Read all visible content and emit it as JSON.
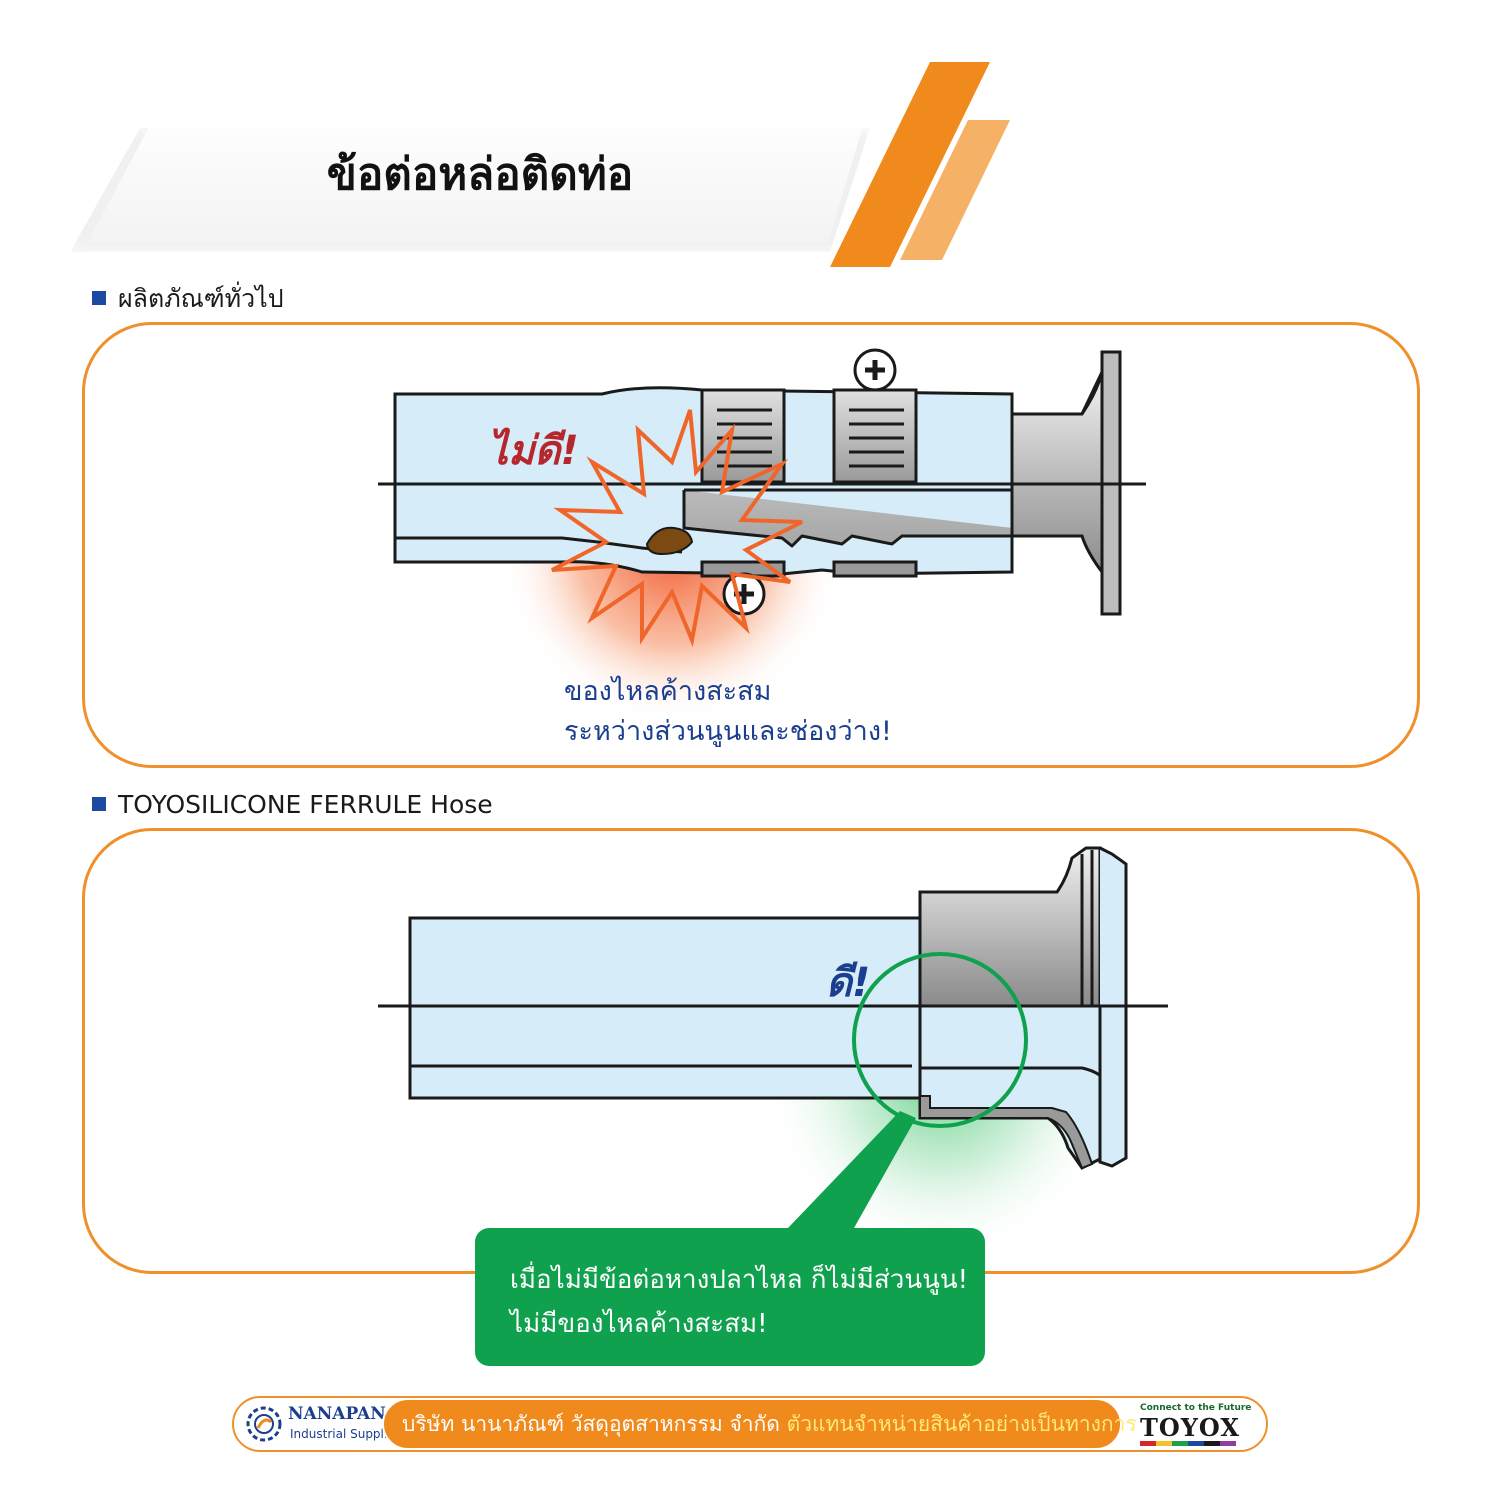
{
  "title": "ข้อต่อหล่อติดท่อ",
  "section_general": {
    "heading": "ผลิตภัณฑ์ทั่วไป",
    "bad_label": "ไม่ดี!",
    "note_line1": "ของไหลค้างสะสม",
    "note_line2": "ระหว่างส่วนนูนและช่องว่าง!"
  },
  "section_ferrule": {
    "heading": "TOYOSILICONE FERRULE Hose",
    "good_label": "ดี!",
    "note_line1": "เมื่อไม่มีข้อต่อหางปลาไหล ก็ไม่มีส่วนนูน!",
    "note_line2": "ไม่มีของไหลค้างสะสม!"
  },
  "footer": {
    "brand_name": "NANAPAN",
    "brand_sub": "Industrial Supplies",
    "company": "บริษัท นานาภัณฑ์ วัสดุอุตสาหกรรม จำกัด",
    "highlight": "ตัวแทนจำหน่ายสินค้าอย่างเป็นทางการ",
    "partner_tagline": "Connect to the Future",
    "partner_name": "TOYOX"
  },
  "colors": {
    "orange": "#f08a1c",
    "blue_hose": "#d6ecf8",
    "warning_red": "#b5272d",
    "good_green": "#0fa14e",
    "text_blue": "#1b3e8e"
  }
}
